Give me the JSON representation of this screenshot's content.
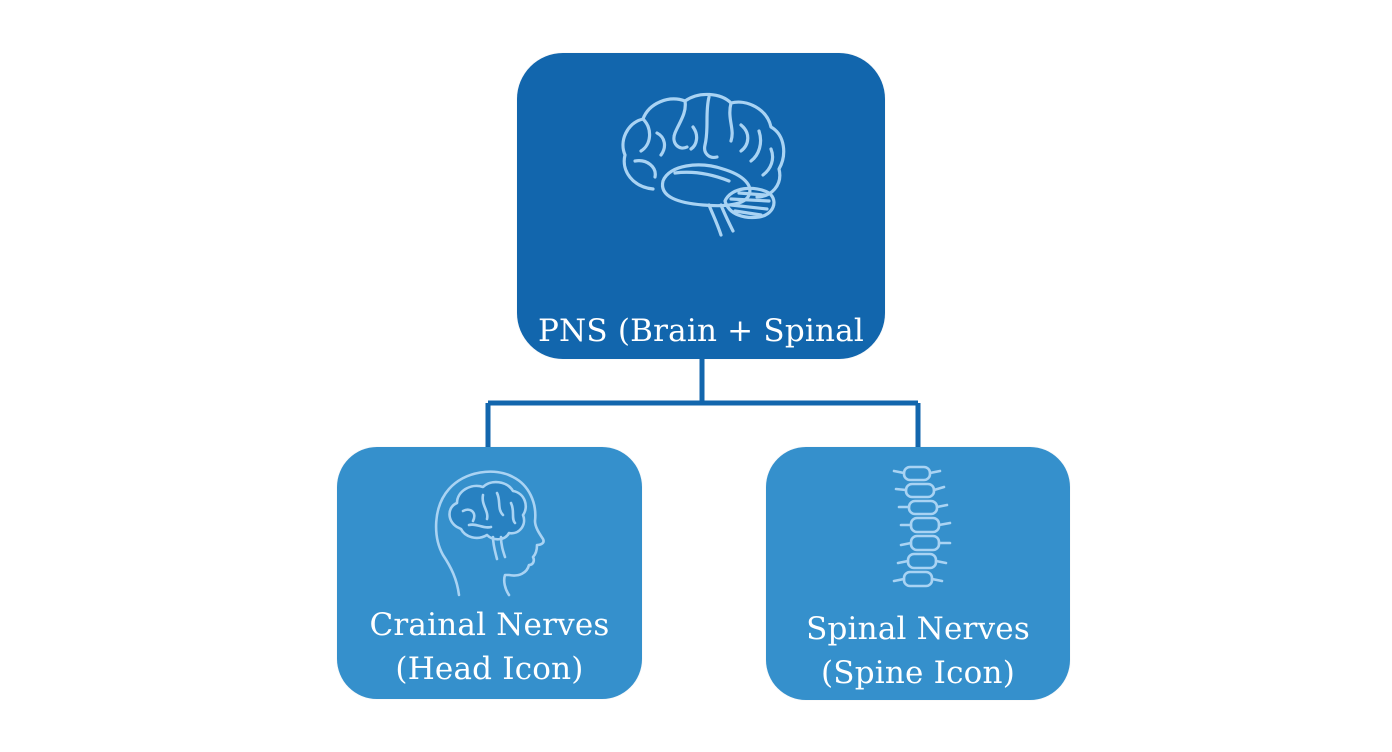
{
  "diagram": {
    "colors": {
      "root_fill": "#1266ad",
      "child_fill": "#3590cc",
      "connector": "#1266ad",
      "icon_stroke": "#a9d3f3"
    },
    "root": {
      "label": "PNS (Brain + Spinal\nCord Icon)",
      "icon": "brain-icon"
    },
    "children": [
      {
        "label": "Crainal Nerves\n(Head Icon)",
        "icon": "head-icon"
      },
      {
        "label": "Spinal Nerves\n(Spine Icon)",
        "icon": "spine-icon"
      }
    ]
  }
}
